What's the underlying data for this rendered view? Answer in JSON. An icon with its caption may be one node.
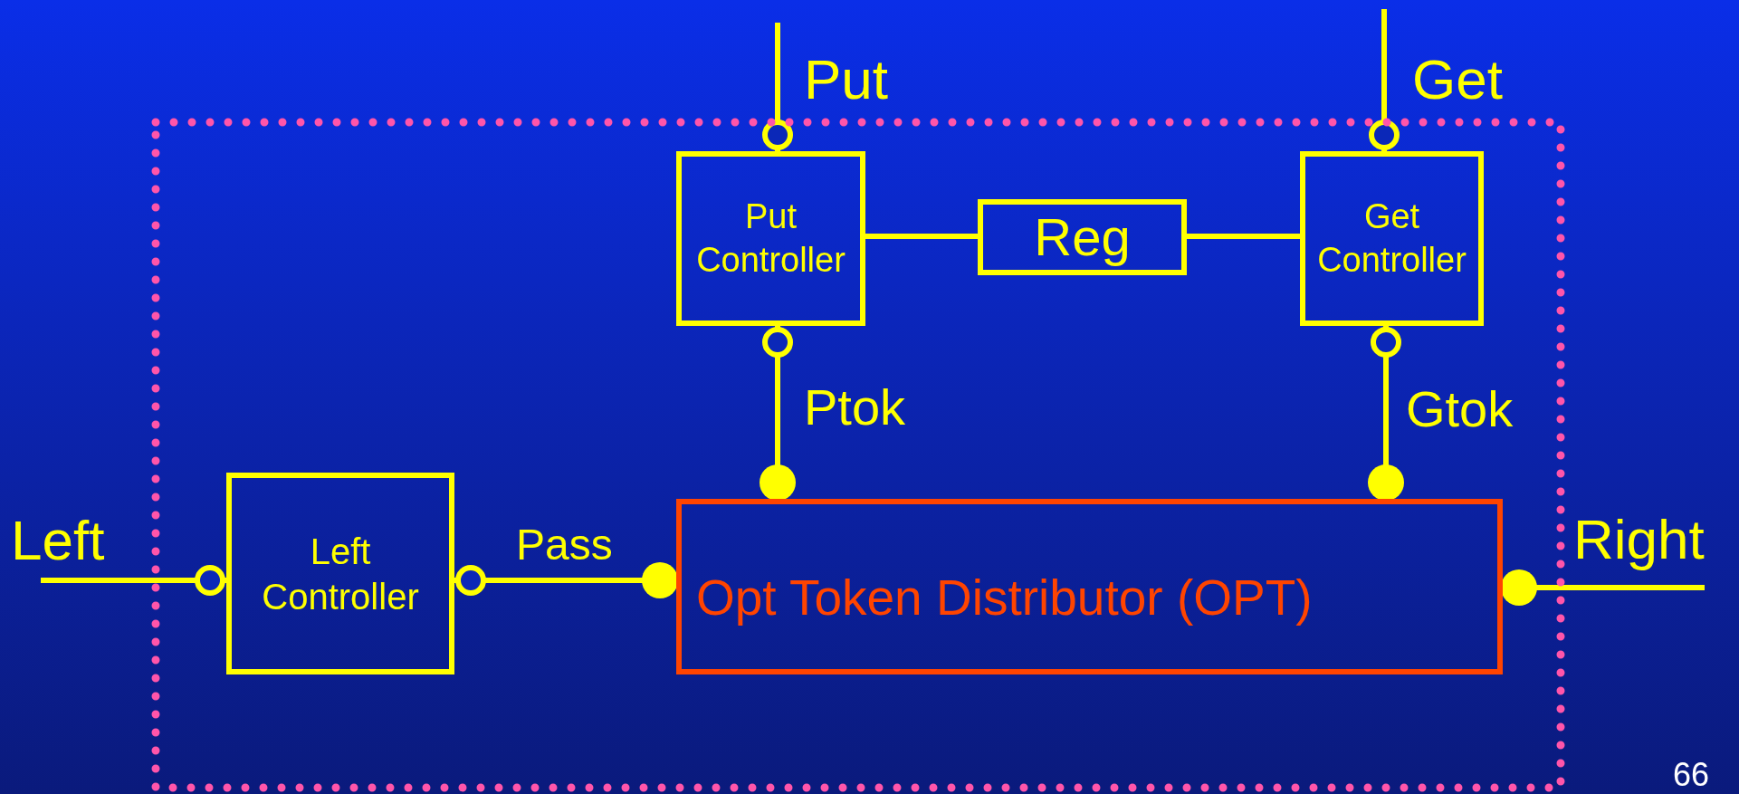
{
  "diagram": {
    "nodes": [
      {
        "text": [],
        "shape": "box"
      },
      {
        "text": [
          "Put Controller"
        ],
        "in": 0
      },
      {
        "text": [
          "Reg"
        ],
        "in": 0
      },
      {
        "text": [
          "Get Controller"
        ],
        "in": 0
      },
      {
        "text": [
          "Left Controller"
        ],
        "in": 0
      },
      {
        "text": [
          "Opt Token Distributor (OPT)"
        ],
        "in": 0
      }
    ],
    "edges": [
      {
        "from": null,
        "to": 1,
        "arrow": "other",
        "label": "Put"
      },
      {
        "from": null,
        "to": 3,
        "arrow": "other",
        "label": "Get"
      },
      {
        "from": 1,
        "to": 2,
        "arrow": "none"
      },
      {
        "from": 2,
        "to": 3,
        "arrow": "none"
      },
      {
        "from": 1,
        "to": 5,
        "arrow": "other",
        "label": "Ptok"
      },
      {
        "from": 3,
        "to": 5,
        "arrow": "other",
        "label": "Gtok"
      },
      {
        "from": null,
        "to": 4,
        "arrow": "other",
        "label": "Left"
      },
      {
        "from": 4,
        "to": 5,
        "arrow": "other",
        "label": "Pass"
      },
      {
        "from": 5,
        "to": null,
        "arrow": "other",
        "label": "Right"
      }
    ],
    "labels": [
      "66"
    ]
  }
}
